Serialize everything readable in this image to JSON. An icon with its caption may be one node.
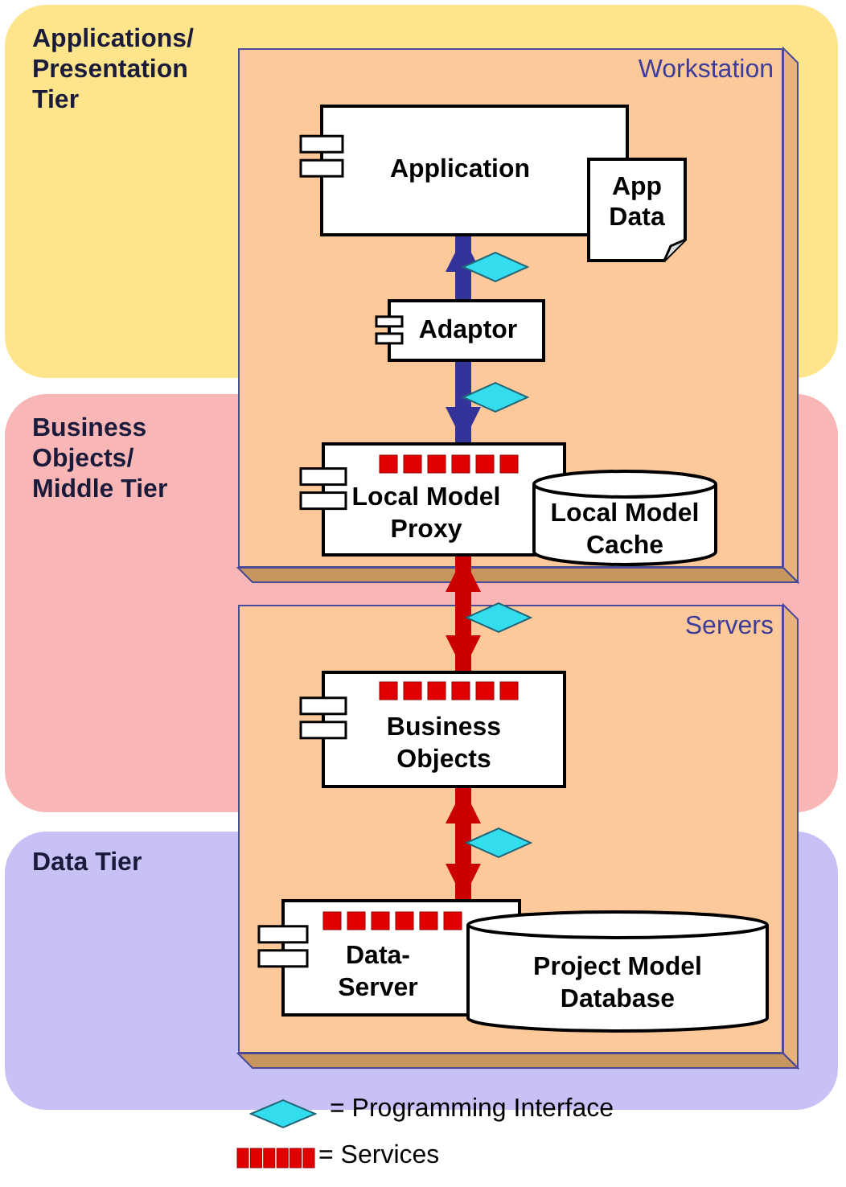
{
  "diagram": {
    "nodes": [
      {
        "text": [
          "Workstation"
        ]
      },
      {
        "text": [
          "Application"
        ],
        "in": 0
      },
      {
        "text": [
          "App Data"
        ],
        "in": 0
      },
      {
        "text": [
          "Adaptor"
        ],
        "in": 0
      },
      {
        "text": [
          "Local Model Proxy"
        ],
        "in": 0
      },
      {
        "text": [
          "Local Model Cache"
        ],
        "in": 0
      },
      {
        "text": [
          "Servers"
        ]
      },
      {
        "text": [
          "Business Objects"
        ],
        "in": 6
      },
      {
        "text": [
          "Data-Server"
        ],
        "in": 6
      },
      {
        "text": [
          "Project Model Database"
        ],
        "in": 6
      }
    ],
    "edges": [
      {
        "from": 3,
        "to": 1,
        "arrow": "to",
        "color": "#333399"
      },
      {
        "from": 3,
        "to": 4,
        "arrow": "to",
        "color": "#333399"
      },
      {
        "from": 4,
        "to": 7,
        "arrow": "both",
        "color": "#cc0000"
      },
      {
        "from": 7,
        "to": 8,
        "arrow": "both",
        "color": "#cc0000"
      }
    ],
    "labels": [
      "Applications/ Presentation Tier",
      "Business Objects/ Middle Tier",
      "Data Tier"
    ],
    "legend": [
      {
        "text": "= Programming Interface"
      },
      {
        "text": "= Services"
      }
    ]
  }
}
